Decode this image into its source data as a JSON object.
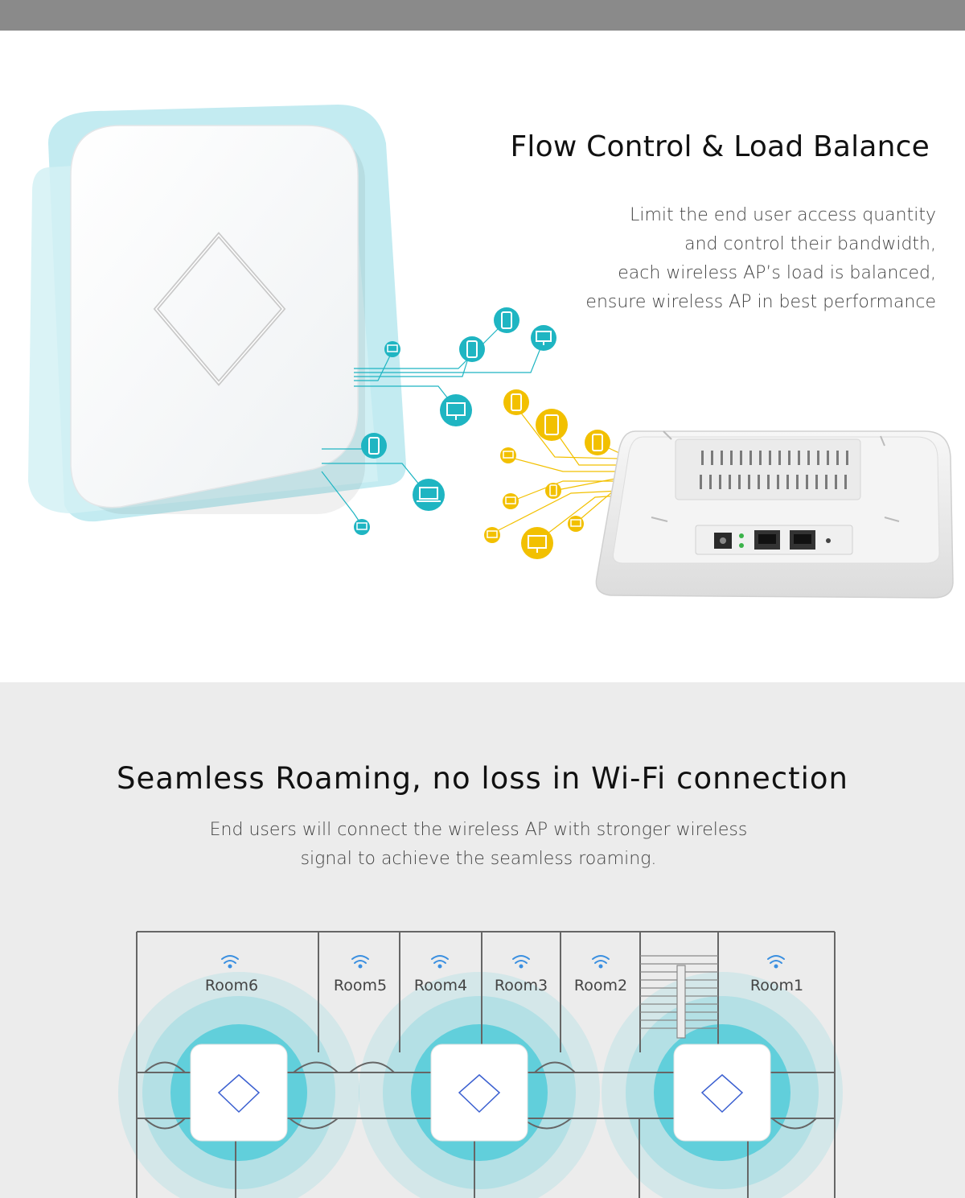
{
  "section1": {
    "title": "Flow Control & Load Balance",
    "description": [
      "Limit the end user access quantity",
      "and control their bandwidth,",
      "each wireless AP’s load is balanced,",
      "ensure wireless AP in best performance"
    ],
    "colors": {
      "teal": "#1fb5c2",
      "yellow": "#f2c000",
      "product_glow": "#bde9ef"
    },
    "icons": [
      "access-point-front",
      "access-point-back",
      "phone-icon",
      "tablet-icon",
      "monitor-icon",
      "laptop-icon"
    ]
  },
  "section2": {
    "title": "Seamless Roaming, no loss in Wi-Fi connection",
    "description": [
      "End users will connect the wireless AP with stronger wireless",
      "signal to achieve the seamless roaming."
    ],
    "rooms": [
      "Room6",
      "Room5",
      "Room4",
      "Room3",
      "Room2",
      "Room1"
    ],
    "colors": {
      "coverage": "#29c3d3",
      "wifi": "#3a8fe0",
      "diamond": "#3a5fd0"
    }
  }
}
